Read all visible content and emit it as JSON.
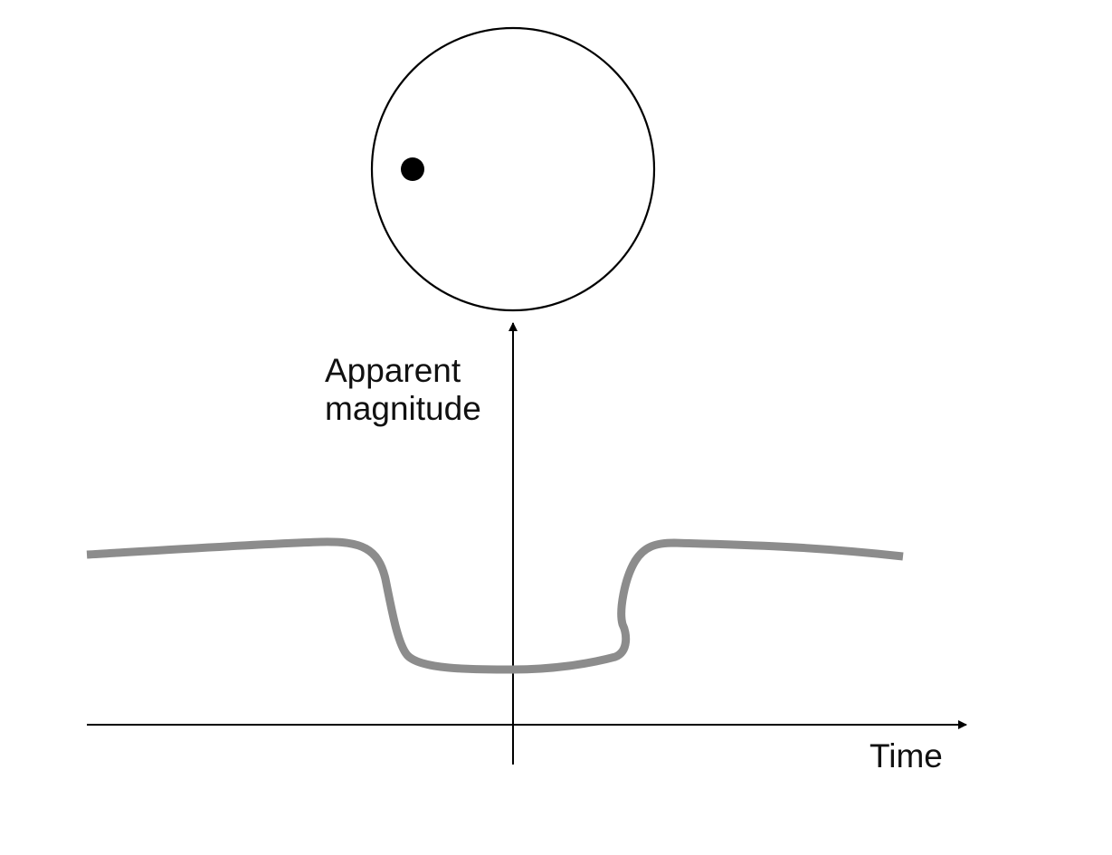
{
  "diagram": {
    "y_axis_label_line1": "Apparent",
    "y_axis_label_line2": "magnitude",
    "x_axis_label": "Time",
    "colors": {
      "axes": "#000000",
      "star_outline": "#000000",
      "planet": "#000000",
      "light_curve": "#8c8c8c",
      "background": "#ffffff"
    }
  }
}
